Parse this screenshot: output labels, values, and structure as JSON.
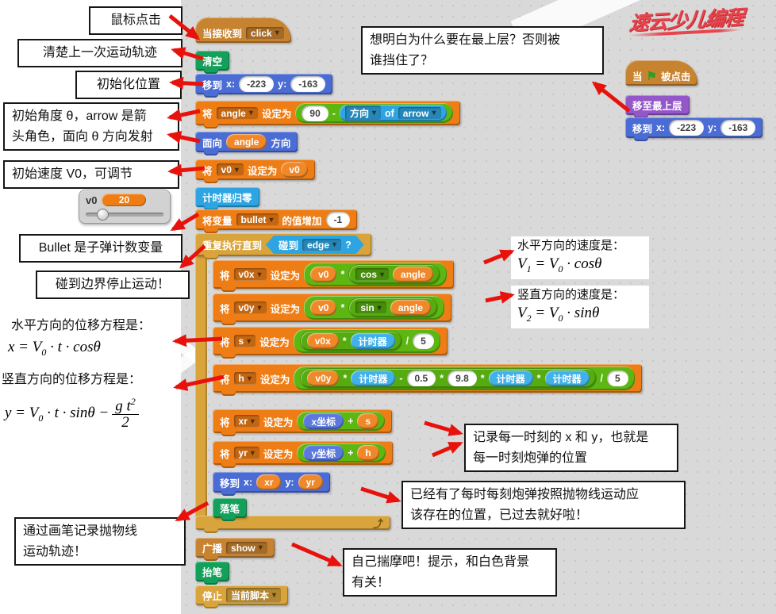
{
  "logo": "速云少儿编程",
  "annotations": {
    "mouse_click": "鼠标点击",
    "clear_trace": "清楚上一次运动轨迹",
    "init_position": "初始化位置",
    "init_angle_line1": "初始角度 θ，arrow 是箭",
    "init_angle_line2": "头角色，面向 θ 方向发射",
    "init_speed": "初始速度 V0，可调节",
    "bullet_var": "Bullet 是子弹计数变量",
    "edge_stop": "碰到边界停止运动！",
    "x_disp_title": "水平方向的位移方程是：",
    "y_disp_title": "竖直方向的位移方程是：",
    "pen_trace_line1": "通过画笔记录抛物线",
    "pen_trace_line2": "运动轨迹！",
    "top_layer_line1": "想明白为什么要在最上层？否则被",
    "top_layer_line2": "谁挡住了？",
    "v1_title": "水平方向的速度是：",
    "v2_title": "竖直方向的速度是：",
    "record_line1": "记录每一时刻的 x 和 y，也就是",
    "record_line2": "每一时刻炮弹的位置",
    "done_line1": "已经有了每时每刻炮弹按照抛物线运动应",
    "done_line2": "该存在的位置，已过去就好啦！",
    "hint_line1": "自己揣摩吧！提示，和白色背景",
    "hint_line2": "有关！"
  },
  "formulas": {
    "x": {
      "lead": "x = V",
      "sub": "0",
      "rest": " · t · cosθ"
    },
    "y": {
      "lead": "y = V",
      "sub": "0",
      "rest": " · t · sinθ −",
      "frac_num": "g t",
      "frac_sup": "2",
      "frac_den": "2"
    },
    "v1": {
      "a": "V",
      "a_sub": "1",
      "b": " = V",
      "b_sub": "0",
      "rest": " · cosθ"
    },
    "v2": {
      "a": "V",
      "a_sub": "2",
      "b": " = V",
      "b_sub": "0",
      "rest": " · sinθ"
    }
  },
  "slider": {
    "label": "v0",
    "value": "20"
  },
  "blocks": {
    "receive_hat": {
      "label": "当接收到",
      "message": "click"
    },
    "clear": {
      "label": "清空"
    },
    "goto_init": {
      "label": "移到",
      "x_label": "x:",
      "x": "-223",
      "y_label": "y:",
      "y": "-163"
    },
    "set_angle": {
      "set": "将",
      "var": "angle",
      "to": "设定为",
      "num": "90",
      "minus": "-",
      "dir": "方向",
      "of": "of",
      "sprite": "arrow"
    },
    "point_dir": {
      "label": "面向",
      "var": "angle",
      "suffix": "方向"
    },
    "set_v0": {
      "set": "将",
      "var": "v0",
      "to": "设定为",
      "value": "v0"
    },
    "reset_timer": {
      "label": "计时器归零"
    },
    "change_var": {
      "label": "将变量",
      "var": "bullet",
      "suffix": "的值增加",
      "value": "-1"
    },
    "repeat_until": {
      "label": "重复执行直到",
      "touch": "碰到",
      "target": "edge",
      "q": "?"
    },
    "set_v0x": {
      "set": "将",
      "var": "v0x",
      "to": "设定为",
      "a": "v0",
      "times": "*",
      "fn": "cos",
      "arg": "angle"
    },
    "set_v0y": {
      "set": "将",
      "var": "v0y",
      "to": "设定为",
      "a": "v0",
      "times": "*",
      "fn": "sin",
      "arg": "angle"
    },
    "set_s": {
      "set": "将",
      "var": "s",
      "to": "设定为",
      "a": "v0x",
      "times": "*",
      "b": "计时器",
      "div": "/",
      "c": "5"
    },
    "set_h": {
      "set": "将",
      "var": "h",
      "to": "设定为",
      "a": "v0y",
      "t1": "*",
      "b": "计时器",
      "minus": "-",
      "c": "0.5",
      "t2": "*",
      "d": "9.8",
      "t3": "*",
      "e": "计时器",
      "t4": "*",
      "f": "计时器",
      "div": "/",
      "g": "5"
    },
    "set_xr": {
      "set": "将",
      "var": "xr",
      "to": "设定为",
      "a": "x坐标",
      "plus": "+",
      "b": "s"
    },
    "set_yr": {
      "set": "将",
      "var": "yr",
      "to": "设定为",
      "a": "y坐标",
      "plus": "+",
      "b": "h"
    },
    "goto_move": {
      "label": "移到",
      "x_label": "x:",
      "x": "xr",
      "y_label": "y:",
      "y": "yr"
    },
    "pen_down": {
      "label": "落笔"
    },
    "broadcast": {
      "label": "广播",
      "message": "show"
    },
    "pen_up": {
      "label": "抬笔"
    },
    "stop": {
      "label": "停止",
      "option": "当前脚本"
    },
    "flag_hat": {
      "pre": "当",
      "post": "被点击"
    },
    "top_layer": {
      "label": "移至最上层"
    },
    "goto_flag": {
      "label": "移到",
      "x_label": "x:",
      "x": "-223",
      "y_label": "y:",
      "y": "-163"
    }
  }
}
